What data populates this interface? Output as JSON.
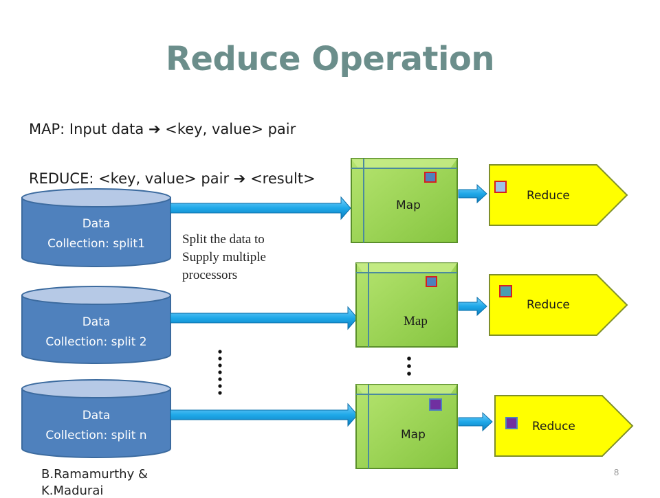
{
  "title": "Reduce Operation",
  "lines": {
    "map_prefix": "MAP: Input data",
    "map_suffix": "<key, value> pair",
    "reduce_prefix": "REDUCE: <key, value> pair",
    "reduce_suffix": "<result>"
  },
  "note": [
    "Split the data to",
    "Supply multiple",
    "processors"
  ],
  "collections": [
    {
      "line1": "Data",
      "line2": "Collection: split1"
    },
    {
      "line1": "Data",
      "line2": "Collection: split 2"
    },
    {
      "line1": "Data",
      "line2": "Collection: split n"
    }
  ],
  "map_label": "Map",
  "reduce_label": "Reduce",
  "footer": {
    "author_line1": "B.Ramamurthy &",
    "author_line2": "K.Madurai",
    "page": "8"
  },
  "colors": {
    "title": "#6b8e8b",
    "cylinder": "#4f81bd",
    "map_box": "#92d050",
    "reduce_shape": "#ffff00",
    "arrow": "#1fa8e8"
  }
}
